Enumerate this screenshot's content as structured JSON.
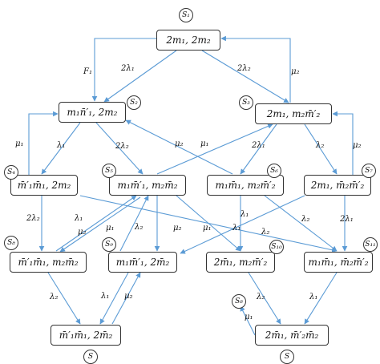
{
  "colors": {
    "edge": "#5b9bd5",
    "box_border": "#333333",
    "text": "#111111"
  },
  "states": {
    "s1": {
      "label": "2m₁, 2m₂"
    },
    "s2": {
      "label": "m₁n̄′₁, 2m₂"
    },
    "s3": {
      "label": "2m₁, m₂m̄′₂"
    },
    "s4": {
      "label": "m̄′₁m̄₁, 2m₂"
    },
    "s5": {
      "label": "m₁m̄′₁, m₂m̄₂"
    },
    "s6": {
      "label": "m₁m̄₁, m₂m̄′₂"
    },
    "s7": {
      "label": "2m₁, m̄₂m̄′₂"
    },
    "s8": {
      "label": "m̄′₁m̄₁, m₂m̄₂"
    },
    "s9": {
      "label": "m₁m̄′₁, 2m̄₂"
    },
    "s10": {
      "label": "2m̄₁, m₂m̄′₂"
    },
    "s11": {
      "label": "m₁m̄₁, m̄₂m̄′₂"
    },
    "s12": {
      "label": "m̄′₁m̄₁, 2m̄₂"
    },
    "s13": {
      "label": "2m̄₁, m̄′₂m̄₂"
    }
  },
  "tags": {
    "s1": "S₁",
    "s2": "S₂",
    "s3": "S₃",
    "s4": "S₄",
    "s5": "S₅",
    "s6": "S₆",
    "s7": "S₇",
    "s8": "S₈",
    "s9": "S₉",
    "s10": "S₁₀",
    "s11": "S₁₁",
    "s12": "S",
    "s13": "S",
    "s8_dup": "S₈"
  },
  "rates": {
    "r1": "F₁",
    "r2": "2λ₁",
    "r3": "2λ₂",
    "r4": "μ₂",
    "r5": "μ₁",
    "r6": "λ₁",
    "r7": "2λ₂",
    "r8": "μ₂",
    "r9": "μ₁",
    "r10": "2λ₁",
    "r11": "λ₂",
    "r12": "μ₂",
    "r13": "2λ₂",
    "r14": "λ₁",
    "r15": "μ₂",
    "r16": "μ₁",
    "r17": "λ₂",
    "r18": "λ₁",
    "r19": "λ₂",
    "r20": "2λ₁",
    "r21": "λ₂",
    "r22": "λ₁",
    "r23": "μ₂",
    "r24": "μ₁",
    "r25": "λ₂",
    "r26": "λ₁",
    "r27": "μ₂",
    "r28": "λ₁",
    "r29": "λ₂",
    "r30": "μ₁"
  }
}
